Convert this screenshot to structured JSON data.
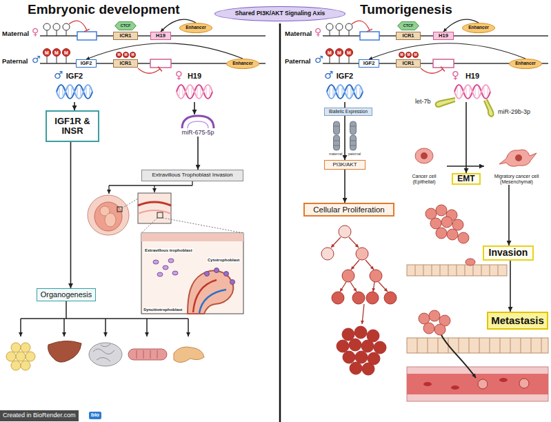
{
  "diagram": {
    "nodes": [
      {
        "text": [
          "Shared PI3K/AKT Signaling Axis"
        ]
      },
      {
        "text": [
          "CTCF"
        ]
      },
      {
        "text": [
          "ICR1"
        ]
      },
      {
        "text": [
          "H19"
        ]
      },
      {
        "text": [
          "Enhancer"
        ]
      },
      {
        "text": [
          "M"
        ]
      },
      {
        "text": [
          "M"
        ]
      },
      {
        "text": [
          "M"
        ]
      },
      {
        "text": [
          "IGF2"
        ]
      },
      {
        "text": [
          "M"
        ]
      },
      {
        "text": [
          "M"
        ]
      },
      {
        "text": [
          "M"
        ]
      },
      {
        "text": [
          "ICR1"
        ]
      },
      {
        "text": [
          "Enhancer"
        ]
      },
      {
        "text": [
          "CTCF"
        ]
      },
      {
        "text": [
          "ICR1"
        ]
      },
      {
        "text": [
          "H19"
        ]
      },
      {
        "text": [
          "Enhancer"
        ]
      },
      {
        "text": [
          "M"
        ]
      },
      {
        "text": [
          "M"
        ]
      },
      {
        "text": [
          "M"
        ]
      },
      {
        "text": [
          "IGF2"
        ]
      },
      {
        "text": [
          "M"
        ]
      },
      {
        "text": [
          "M"
        ]
      },
      {
        "text": [
          "M"
        ]
      },
      {
        "text": [
          "ICR1"
        ]
      },
      {
        "text": [
          "Enhancer"
        ]
      },
      {
        "text": [
          "IGF2"
        ]
      },
      {
        "text": [
          "H19"
        ]
      },
      {
        "text": [
          "IGF1R & INSR"
        ]
      },
      {
        "text": [
          "miR-675-5p"
        ]
      },
      {
        "text": [
          "Extravillous Trophoblast Invasion"
        ]
      },
      {
        "text": [
          "Organogenesis"
        ]
      },
      {
        "text": [
          "IGF2"
        ]
      },
      {
        "text": [
          "H19"
        ]
      },
      {
        "text": [
          "Biallelic Expression"
        ]
      },
      {
        "text": [
          "PI3K/AKT"
        ]
      },
      {
        "text": [
          "Cellular Proliferation"
        ]
      },
      {
        "text": [
          "Cancer cell (Epithelial)"
        ]
      },
      {
        "text": [
          "EMT"
        ]
      },
      {
        "text": [
          "Migratory cancer cell (Mesenchymal)"
        ]
      },
      {
        "text": [
          "Invasion"
        ]
      },
      {
        "text": [
          "Metastasis"
        ]
      }
    ],
    "edges": [
      {
        "from": 4,
        "to": 3,
        "arrow": "to"
      },
      {
        "from": 13,
        "to": 8,
        "arrow": "to"
      },
      {
        "from": 17,
        "to": 16,
        "arrow": "to"
      },
      {
        "from": 26,
        "to": 21,
        "arrow": "to"
      },
      {
        "from": 27,
        "to": 29,
        "arrow": "to"
      },
      {
        "from": 29,
        "to": 32,
        "arrow": "to"
      },
      {
        "from": 28,
        "to": 30,
        "arrow": "to"
      },
      {
        "from": 30,
        "to": 31,
        "arrow": "to"
      },
      {
        "from": 33,
        "to": 35,
        "arrow": "none"
      },
      {
        "from": 35,
        "to": 36,
        "arrow": "to"
      },
      {
        "from": 36,
        "to": 37,
        "arrow": "to"
      },
      {
        "from": 34,
        "to": 39,
        "arrow": "to"
      },
      {
        "from": 38,
        "to": 40,
        "arrow": "to"
      },
      {
        "from": 40,
        "to": 41,
        "arrow": "to"
      },
      {
        "from": 41,
        "to": 42,
        "arrow": "to"
      }
    ],
    "labels": [
      "Embryonic development",
      "Tumorigenesis",
      "Maternal",
      "♀",
      "Paternal",
      "♂",
      "Maternal",
      "♀",
      "Paternal",
      "♂",
      "♂",
      "♀",
      "Cytotrophoblast",
      "Extravillous trophoblast",
      "Syncitiotrophoblast",
      "♂",
      "♀",
      "maternal",
      "paternal",
      "let-7b",
      "miR-29b-3p",
      "Created in BioRender.com",
      "bio"
    ]
  }
}
